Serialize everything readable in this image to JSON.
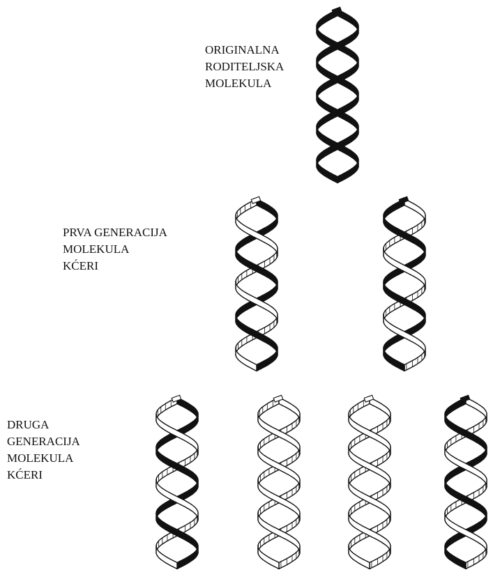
{
  "labels": {
    "parent": [
      "ORIGINALNA",
      "RODITELJSKA",
      "MOLEKULA"
    ],
    "generation_1": [
      "PRVA GENERACIJA",
      "MOLEKULA",
      "KĆERI"
    ],
    "generation_2": [
      "DRUGA",
      "GENERACIJA",
      "MOLEKULA",
      "KĆERI"
    ]
  },
  "strand_colors": {
    "parental": "#111111",
    "new": "#ffffff",
    "outline": "#111111"
  },
  "generations": [
    {
      "name": "parent",
      "molecules": [
        {
          "strand_a": "parental",
          "strand_b": "parental"
        }
      ]
    },
    {
      "name": "generation_1",
      "molecules": [
        {
          "strand_a": "parental",
          "strand_b": "new"
        },
        {
          "strand_a": "new",
          "strand_b": "parental"
        }
      ]
    },
    {
      "name": "generation_2",
      "molecules": [
        {
          "strand_a": "parental",
          "strand_b": "new"
        },
        {
          "strand_a": "new",
          "strand_b": "new"
        },
        {
          "strand_a": "new",
          "strand_b": "new"
        },
        {
          "strand_a": "new",
          "strand_b": "parental"
        }
      ]
    }
  ]
}
